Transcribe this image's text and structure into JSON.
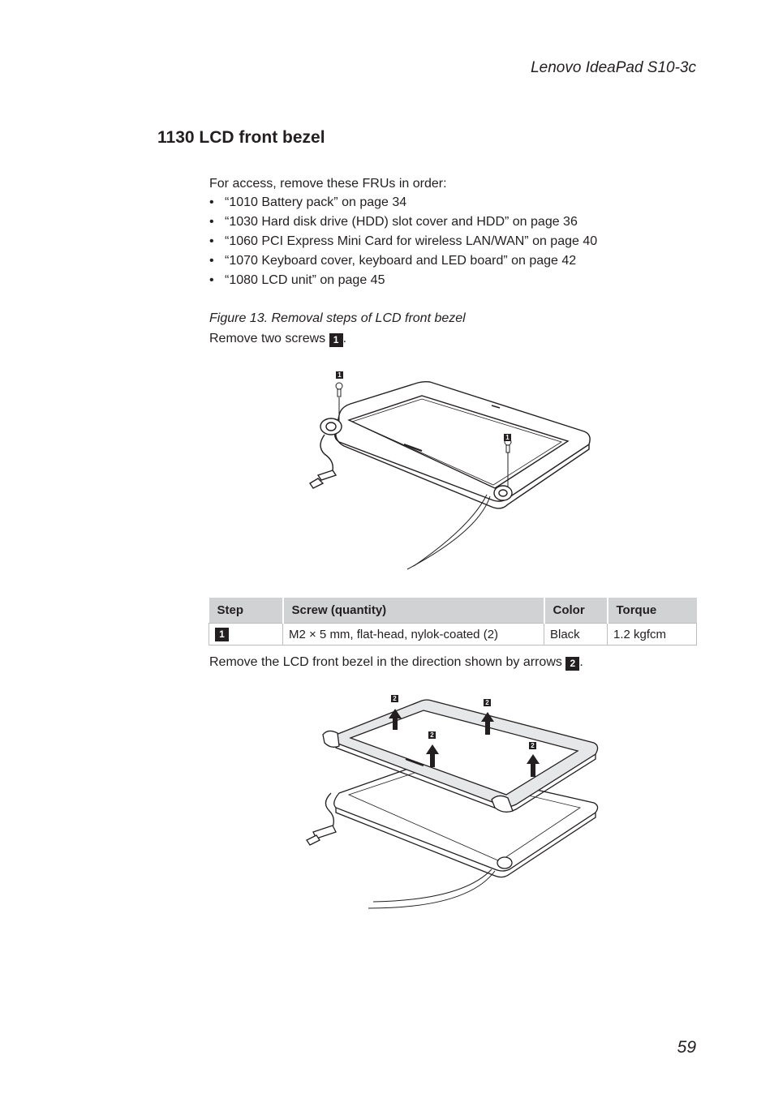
{
  "header": {
    "product": "Lenovo IdeaPad S10-3c"
  },
  "section": {
    "title": "1130 LCD front bezel"
  },
  "intro": "For access, remove these FRUs in order:",
  "prerequisites": [
    "“1010 Battery pack” on page 34",
    "“1030 Hard disk drive (HDD) slot cover and HDD” on page 36",
    "“1060 PCI Express Mini Card for wireless LAN/WAN” on page 40",
    "“1070 Keyboard cover, keyboard and LED board” on page 42",
    "“1080 LCD unit” on page 45"
  ],
  "bullet_glyph": "•",
  "figure": {
    "caption": "Figure 13. Removal steps of LCD front bezel",
    "step1_text": "Remove two screws",
    "step1_suffix": ".",
    "step1_marker": "1",
    "step2_text": "Remove the LCD front bezel in the direction shown by arrows",
    "step2_suffix": ".",
    "step2_marker": "2"
  },
  "table": {
    "headers": [
      "Step",
      "Screw (quantity)",
      "Color",
      "Torque"
    ],
    "rows": [
      {
        "step": "1",
        "screw": "M2 × 5 mm, flat-head, nylok-coated (2)",
        "color": "Black",
        "torque": "1.2 kgfcm"
      }
    ]
  },
  "footer": {
    "page_number": "59"
  }
}
